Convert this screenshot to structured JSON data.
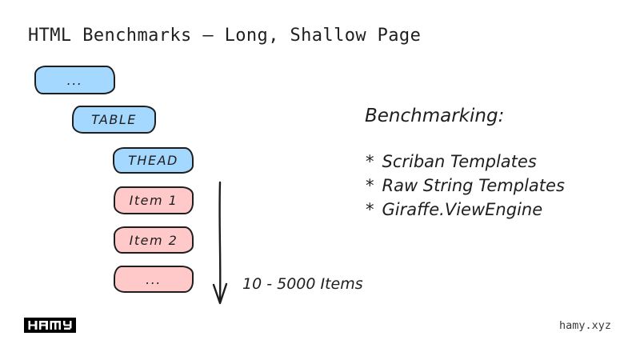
{
  "title": "HTML Benchmarks – Long, Shallow Page",
  "colors": {
    "blue": "#a5d8ff",
    "pink": "#ffc9c9",
    "stroke": "#1e1e1e",
    "background": "#ffffff"
  },
  "diagram": {
    "nodes": [
      {
        "label": "...",
        "fill": "blue"
      },
      {
        "label": "TABLE",
        "fill": "blue"
      },
      {
        "label": "THEAD",
        "fill": "blue"
      },
      {
        "label": "Item 1",
        "fill": "pink"
      },
      {
        "label": "Item 2",
        "fill": "pink"
      },
      {
        "label": "...",
        "fill": "pink"
      }
    ],
    "arrow_label": "10 - 5000 Items"
  },
  "benchmarking": {
    "heading": "Benchmarking:",
    "bullet": "*",
    "items": [
      "Scriban Templates",
      "Raw String Templates",
      "Giraffe.ViewEngine"
    ]
  },
  "footer": {
    "logo_text": "HAMY",
    "site": "hamy.xyz"
  }
}
